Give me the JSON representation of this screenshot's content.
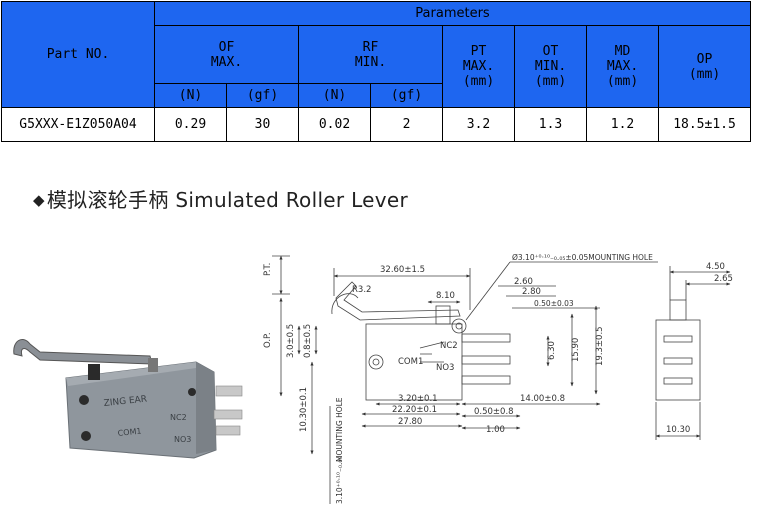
{
  "table": {
    "parameters_header": "Parameters",
    "part_no_header": "Part NO.",
    "of_header": [
      "OF",
      "MAX."
    ],
    "rf_header": [
      "RF",
      "MIN."
    ],
    "pt_header": [
      "PT",
      "MAX.",
      "(mm)"
    ],
    "ot_header": [
      "OT",
      "MIN.",
      "(mm)"
    ],
    "md_header": [
      "MD",
      "MAX.",
      "(mm)"
    ],
    "op_header": [
      "OP",
      "(mm)"
    ],
    "unit_n": "(N)",
    "unit_gf": "(gf)",
    "row": {
      "part": "G5XXX-E1Z050A04",
      "of_n": "0.29",
      "of_gf": "30",
      "rf_n": "0.02",
      "rf_gf": "2",
      "pt": "3.2",
      "ot": "1.3",
      "md": "1.2",
      "op": "18.5±1.5"
    }
  },
  "section_title": {
    "bullet": "◆",
    "chinese": "模拟滚轮手柄",
    "english": "Simulated Roller Lever"
  },
  "photo": {
    "brand": "ZING EAR",
    "nc": "NC2",
    "com": "COM1",
    "no": "NO3"
  },
  "drawing": {
    "pt_label": "P.T.",
    "op_label": "O.P.",
    "dim_3260": "32.60±1.5",
    "r32": "R3.2",
    "dim_810": "8.10",
    "dim_30": "3.0±0.5",
    "dim_08": "0.8±0.5",
    "mount_hole": "Ø3.10⁺⁰·¹⁰₋₀.₀₅±0.05MOUNTING HOLE",
    "dim_260": "2.60",
    "dim_280": "2.80",
    "dim_050_003": "0.50±0.03",
    "dim_630": "6.30",
    "dim_1590": "15.90",
    "dim_1935": "19.3±0.5",
    "com1": "COM1",
    "nc2": "NC2",
    "no3": "NO3",
    "dim_320": "3.20±0.1",
    "dim_2220": "22.20±0.1",
    "dim_2780": "27.80",
    "dim_1400": "14.00±0.8",
    "dim_050_08": "0.50±0.8",
    "dim_100": "1.00",
    "dim_1030_01": "10.30±0.1",
    "mounting_hole_v": "MOUNTING HOLE",
    "dim_310_v": "3.10⁺⁰·¹⁰₋₀.₀₅",
    "dim_450": "4.50",
    "dim_265": "2.65",
    "dim_1030": "10.30"
  }
}
